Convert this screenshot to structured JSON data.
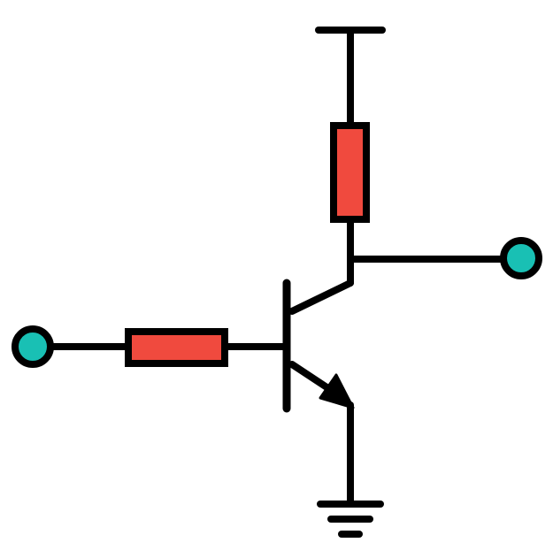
{
  "diagram": {
    "type": "npn-transistor-common-emitter-circuit",
    "components": [
      {
        "kind": "input-terminal",
        "icon": "terminal-node-icon"
      },
      {
        "kind": "base-resistor",
        "icon": "resistor-icon"
      },
      {
        "kind": "npn-transistor",
        "icon": "npn-transistor-icon"
      },
      {
        "kind": "collector-resistor",
        "icon": "resistor-icon"
      },
      {
        "kind": "output-terminal",
        "icon": "terminal-node-icon"
      },
      {
        "kind": "supply-rail",
        "icon": "supply-rail-icon"
      },
      {
        "kind": "ground",
        "icon": "ground-icon"
      }
    ],
    "colors": {
      "background": "#ffffff",
      "stroke": "#000000",
      "resistor_fill": "#f04a3e",
      "terminal_fill": "#19c0b4"
    }
  }
}
